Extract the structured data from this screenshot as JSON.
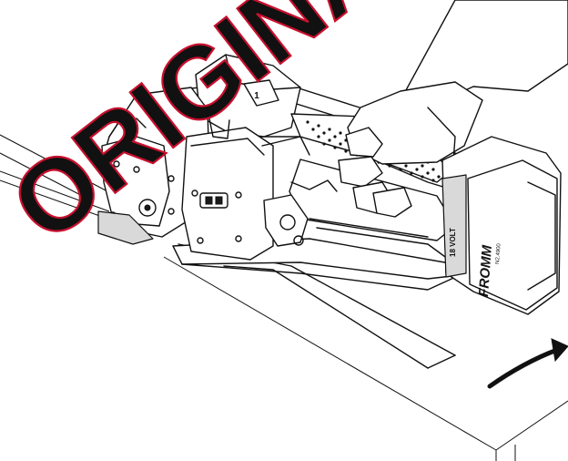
{
  "watermark": {
    "text": "ORIGINAL TO",
    "color": "#c8102e"
  },
  "tool": {
    "brand": "FROMM",
    "model": "N2.4900",
    "battery_label": "18 VOLT",
    "button_symbol": "1"
  },
  "arrow": {
    "meaning": "rotate tool upward",
    "icon": "curved-arrow-icon"
  },
  "colors": {
    "line": "#111111",
    "fill": "#ffffff",
    "shade": "#d9d9d9"
  }
}
